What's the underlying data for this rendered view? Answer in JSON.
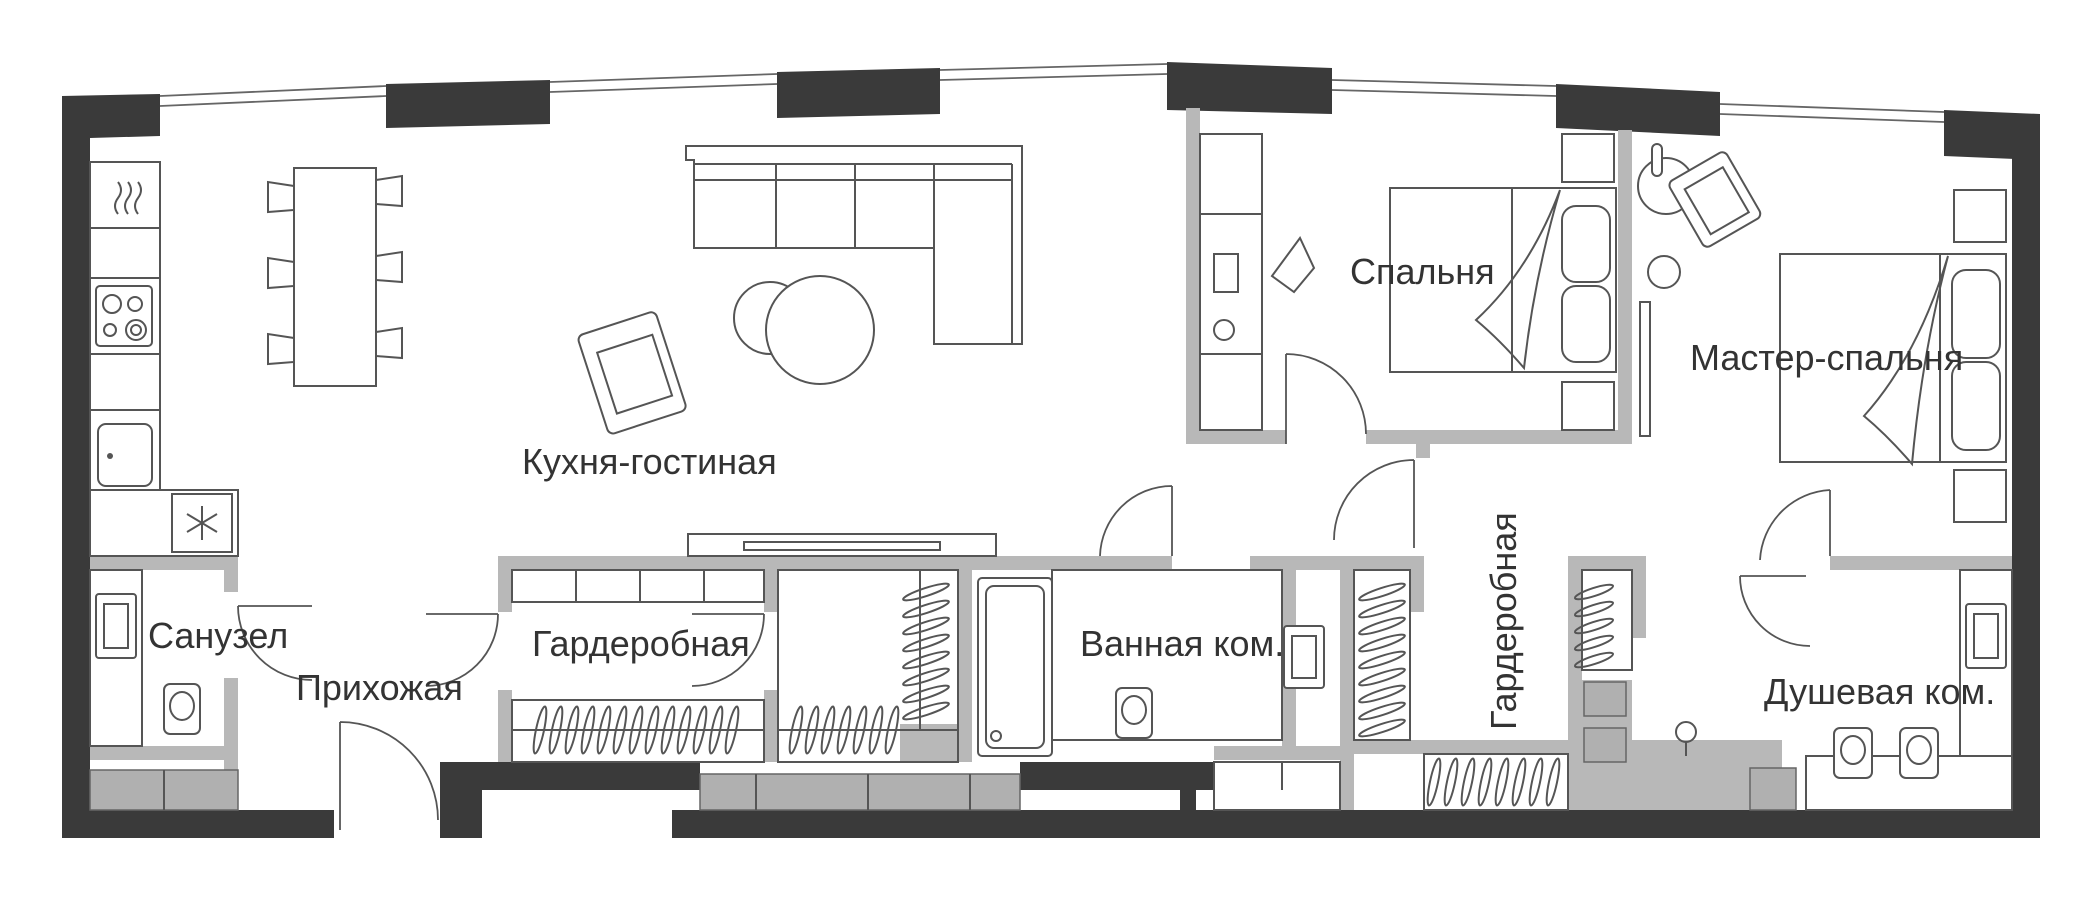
{
  "rooms": {
    "kitchen_living": "Кухня-гостиная",
    "bedroom": "Спальня",
    "master_bedroom": "Мастер-спальня",
    "bathroom_small": "Санузел",
    "hallway": "Прихожая",
    "wardrobe_left": "Гардеробная",
    "bathroom": "Ванная ком.",
    "wardrobe_right": "Гардеробная",
    "shower_room": "Душевая ком."
  },
  "colors": {
    "outer_wall": "#3a3a3a",
    "partition": "#b8b8b8",
    "line": "#555555",
    "background": "#ffffff"
  },
  "icons": {
    "stove": "burner-icon",
    "fridge": "snowflake-icon",
    "heat": "heat-wave-icon"
  }
}
